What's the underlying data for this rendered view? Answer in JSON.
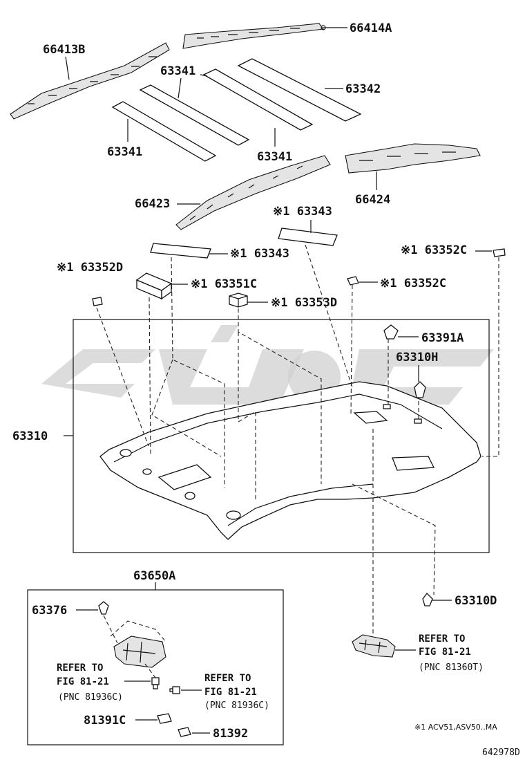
{
  "labels": {
    "p66413B": "66413B",
    "p66414A": "66414A",
    "p63341a": "63341",
    "p63341b": "63341",
    "p63341c": "63341",
    "p63342": "63342",
    "p66423": "66423",
    "p66424": "66424",
    "p63343a": "※1 63343",
    "p63343b": "※1 63343",
    "p63352Ca": "※1 63352C",
    "p63352Cb": "※1 63352C",
    "p63352D": "※1 63352D",
    "p63351C": "※1 63351C",
    "p63353D": "※1 63353D",
    "p63391A": "63391A",
    "p63310H": "63310H",
    "p63310": "63310",
    "p63650A": "63650A",
    "p63376": "63376",
    "p63310D": "63310D",
    "p81391C": "81391C",
    "p81392": "81392"
  },
  "refs": {
    "left_refer": "REFER TO",
    "left_fig": "FIG 81-21",
    "left_pnc": "(PNC 81936C)",
    "mid_refer": "REFER TO",
    "mid_fig": "FIG 81-21",
    "mid_pnc": "(PNC 81936C)",
    "right_refer": "REFER TO",
    "right_fig": "FIG 81-21",
    "right_pnc": "(PNC 81360T)"
  },
  "footnote": "※1 ACV51,ASV50..MA",
  "drawing_number": "642978D",
  "colors": {
    "line": "#111111",
    "watermark": "#d0d0d0"
  }
}
